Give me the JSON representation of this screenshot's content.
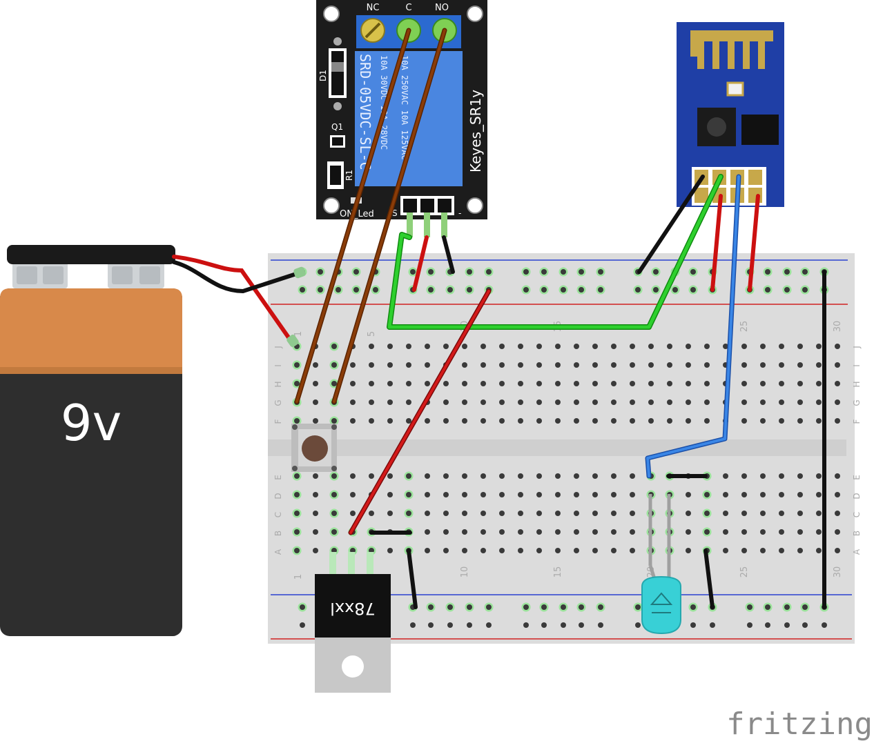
{
  "battery": {
    "label": "9v"
  },
  "relay": {
    "terminal_labels": [
      "NC",
      "C",
      "NO"
    ],
    "body_text": [
      "SRD-05VDC-SL-C",
      "10A 250VAC  10A 125VAC",
      "10A 30VDC  10A 28VDC"
    ],
    "model_label": "Keyes_SR1y",
    "diode_label": "D1",
    "transistor_label": "Q1",
    "resistor_label": "R1",
    "led_label": "ON_Led",
    "pin_labels": [
      "S",
      "+",
      "-"
    ]
  },
  "breadboard": {
    "column_numbers": [
      "1",
      "5",
      "10",
      "15",
      "20",
      "25",
      "30"
    ],
    "top_row_letters": [
      "J",
      "I",
      "H",
      "G",
      "F"
    ],
    "bottom_row_letters": [
      "E",
      "D",
      "C",
      "B",
      "A"
    ]
  },
  "regulator": {
    "label": "78xxl"
  },
  "branding": {
    "logo_text": "fritzing"
  },
  "colors": {
    "wire_brown": "#7a3200",
    "wire_red": "#cc1010",
    "wire_black": "#1a1a1a",
    "wire_green": "#22bb22",
    "wire_blue": "#2a6fd6",
    "relay_board": "#1c1c1c",
    "relay_coil": "#4a86e0",
    "esp_board": "#1f3fa6",
    "battery_top": "#d8894a",
    "battery_body": "#2e2e2e",
    "led": "#38d0d6"
  }
}
